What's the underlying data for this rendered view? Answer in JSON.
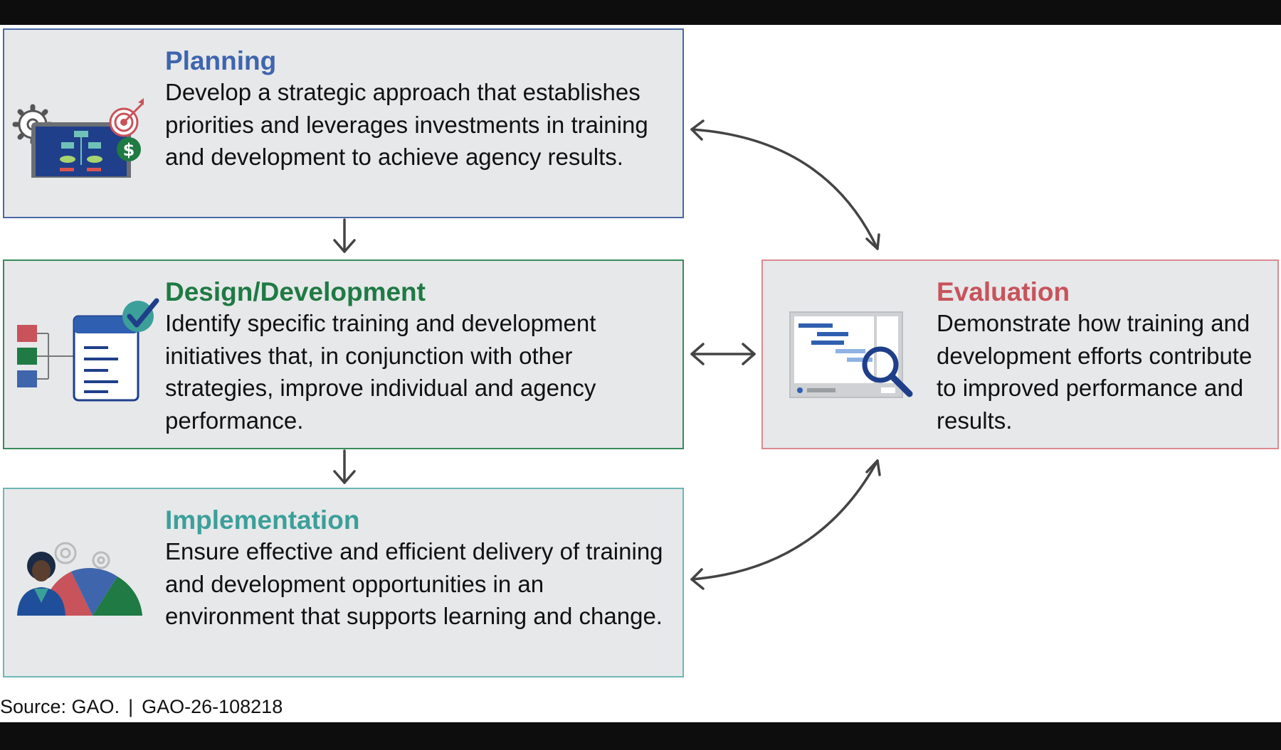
{
  "colors": {
    "planning": "#3f65ad",
    "design": "#1f7a44",
    "implementation": "#3c9f9a",
    "evaluation": "#c8535b",
    "arrow": "#444444"
  },
  "boxes": {
    "planning": {
      "title": "Planning",
      "text": "Develop a strategic approach that establishes priorities and leverages investments in training and development to achieve agency results.",
      "icon": "monitor-target-dollar-icon"
    },
    "design": {
      "title": "Design/Development",
      "text": "Identify specific training and development initiatives that, in conjunction with other strategies, improve individual and agency performance.",
      "icon": "form-checkmark-icon"
    },
    "implementation": {
      "title": "Implementation",
      "text": "Ensure effective and efficient delivery of training and development opportunities in an environment that supports learning and change.",
      "icon": "person-gears-chart-icon"
    },
    "evaluation": {
      "title": "Evaluation",
      "text": "Demonstrate how training and development efforts contribute to improved performance and results.",
      "icon": "report-magnifier-icon"
    }
  },
  "source": {
    "label": "Source: GAO.",
    "separator": "|",
    "report_id": "GAO-26-108218"
  }
}
